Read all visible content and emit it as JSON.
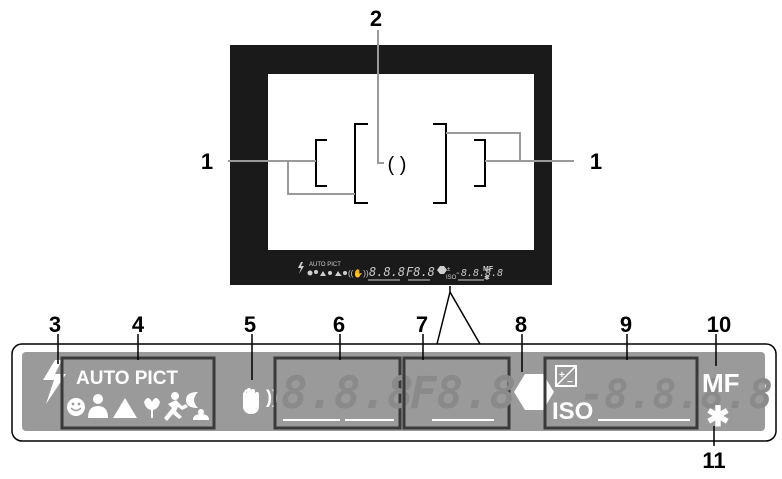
{
  "callouts": {
    "c1": "1",
    "c2": "2",
    "c3": "3",
    "c4": "4",
    "c5": "5",
    "c6": "6",
    "c7": "7",
    "c8": "8",
    "c9": "9",
    "c10": "10",
    "c11": "11"
  },
  "viewfinder": {
    "center_circle": "( )",
    "mini_auto_pict": "AUTO PICT",
    "mini_shutter": "8.8.8",
    "mini_aperture": "F8.8",
    "mini_iso": "ISO",
    "mini_ev": "-8.8.8.8",
    "mini_mf": "MF"
  },
  "panel": {
    "auto_pict_label": "AUTO PICT",
    "shutter_digits": "8.8.8",
    "aperture_digits": "F8.8",
    "iso_label": "ISO",
    "ev_digits": "-8.8.8.8",
    "mf_label": "MF",
    "star_symbol": "✱"
  },
  "icons": {
    "flash": "flash-icon",
    "shake_reduction": "shake-reduction-hand-icon",
    "focus_indicator": "focus-indicator-hexagon-icon",
    "exposure_compensation": "plus-minus-icon",
    "ae_lock": "asterisk-icon",
    "scene_icons": [
      "smile-icon",
      "portrait-icon",
      "landscape-icon",
      "macro-flower-icon",
      "sport-running-icon",
      "night-scene-icon"
    ]
  },
  "colors": {
    "panel_gray": "#9a9a9a",
    "box_dark": "#4a4a4a",
    "viewfinder_black": "#1a1a1a",
    "bracket_line": "#9a9a9a"
  }
}
